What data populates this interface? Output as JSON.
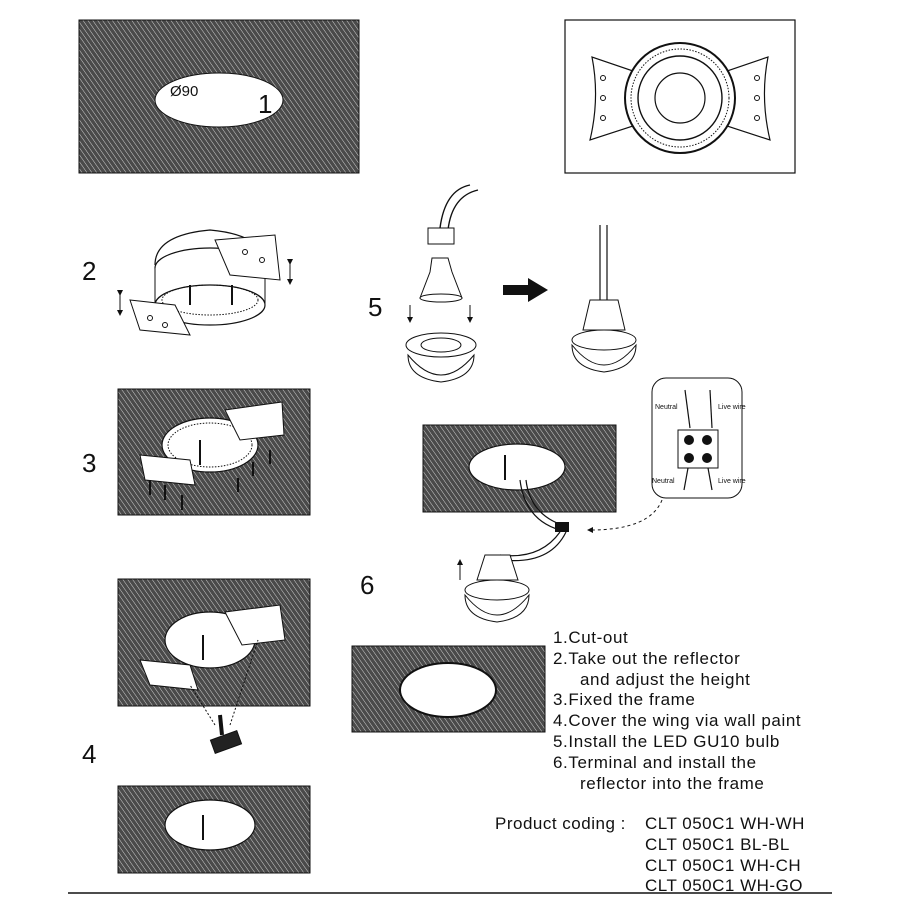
{
  "cutout": {
    "diameter_label": "Ø90"
  },
  "steps": {
    "s1": "1",
    "s2": "2",
    "s3": "3",
    "s4": "4",
    "s5": "5",
    "s6": "6"
  },
  "wiring": {
    "neutral_top": "Neutral",
    "live_top": "Live wire",
    "neutral_bottom": "Neutral",
    "live_bottom": "Live wire"
  },
  "instructions": {
    "line1": "1.Cut-out",
    "line2": "2.Take out the reflector",
    "line2b": "and adjust the height",
    "line3": "3.Fixed the frame",
    "line4": "4.Cover the wing via wall paint",
    "line5": "5.Install the LED GU10 bulb",
    "line6": "6.Terminal and install the",
    "line6b": "reflector into the frame"
  },
  "product_coding": {
    "label": "Product  coding :",
    "codes": [
      "CLT 050C1 WH-WH",
      "CLT 050C1 BL-BL",
      "CLT 050C1 WH-CH",
      "CLT 050C1 WH-GO"
    ]
  },
  "colors": {
    "ink": "#111111",
    "hatch": "#3a3a3a",
    "background": "#ffffff"
  }
}
